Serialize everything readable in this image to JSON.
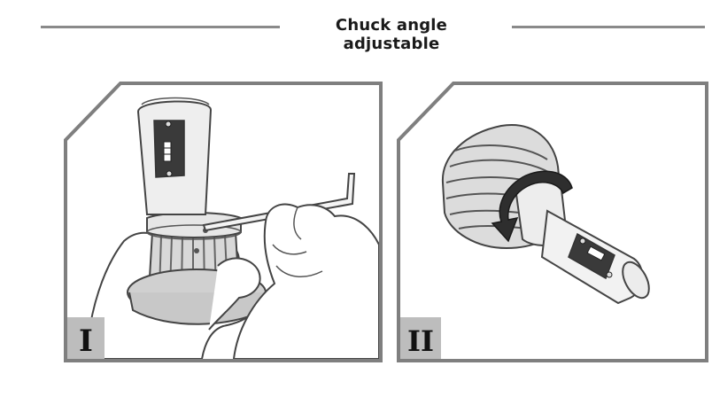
{
  "header": {
    "title": "Chuck angle adjustable"
  },
  "panels": [
    {
      "numeral": "I"
    },
    {
      "numeral": "II"
    }
  ]
}
